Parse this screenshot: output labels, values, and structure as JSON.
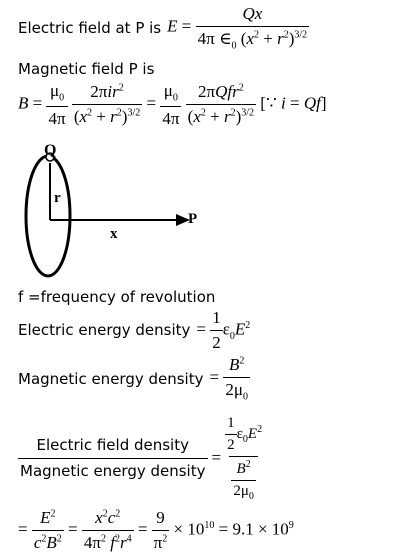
{
  "lines": {
    "l1_label": "Electric field at P is",
    "l2_label": "Magnetic field P is",
    "l3_label": "f =frequency of revolution",
    "l4_label": "Electric energy density",
    "l5_label": "Magnetic energy density",
    "ratio_num_label": "Electric field density",
    "ratio_den_label": "Magnetic energy density"
  },
  "figure": {
    "charge_label": "Q",
    "radius_label": "r",
    "distance_label": "x",
    "point_label": "P"
  },
  "final": {
    "power10_a": "10",
    "power10_a_exp": "10",
    "result_mant": "9.1",
    "result_base": "10",
    "result_exp": "9"
  }
}
